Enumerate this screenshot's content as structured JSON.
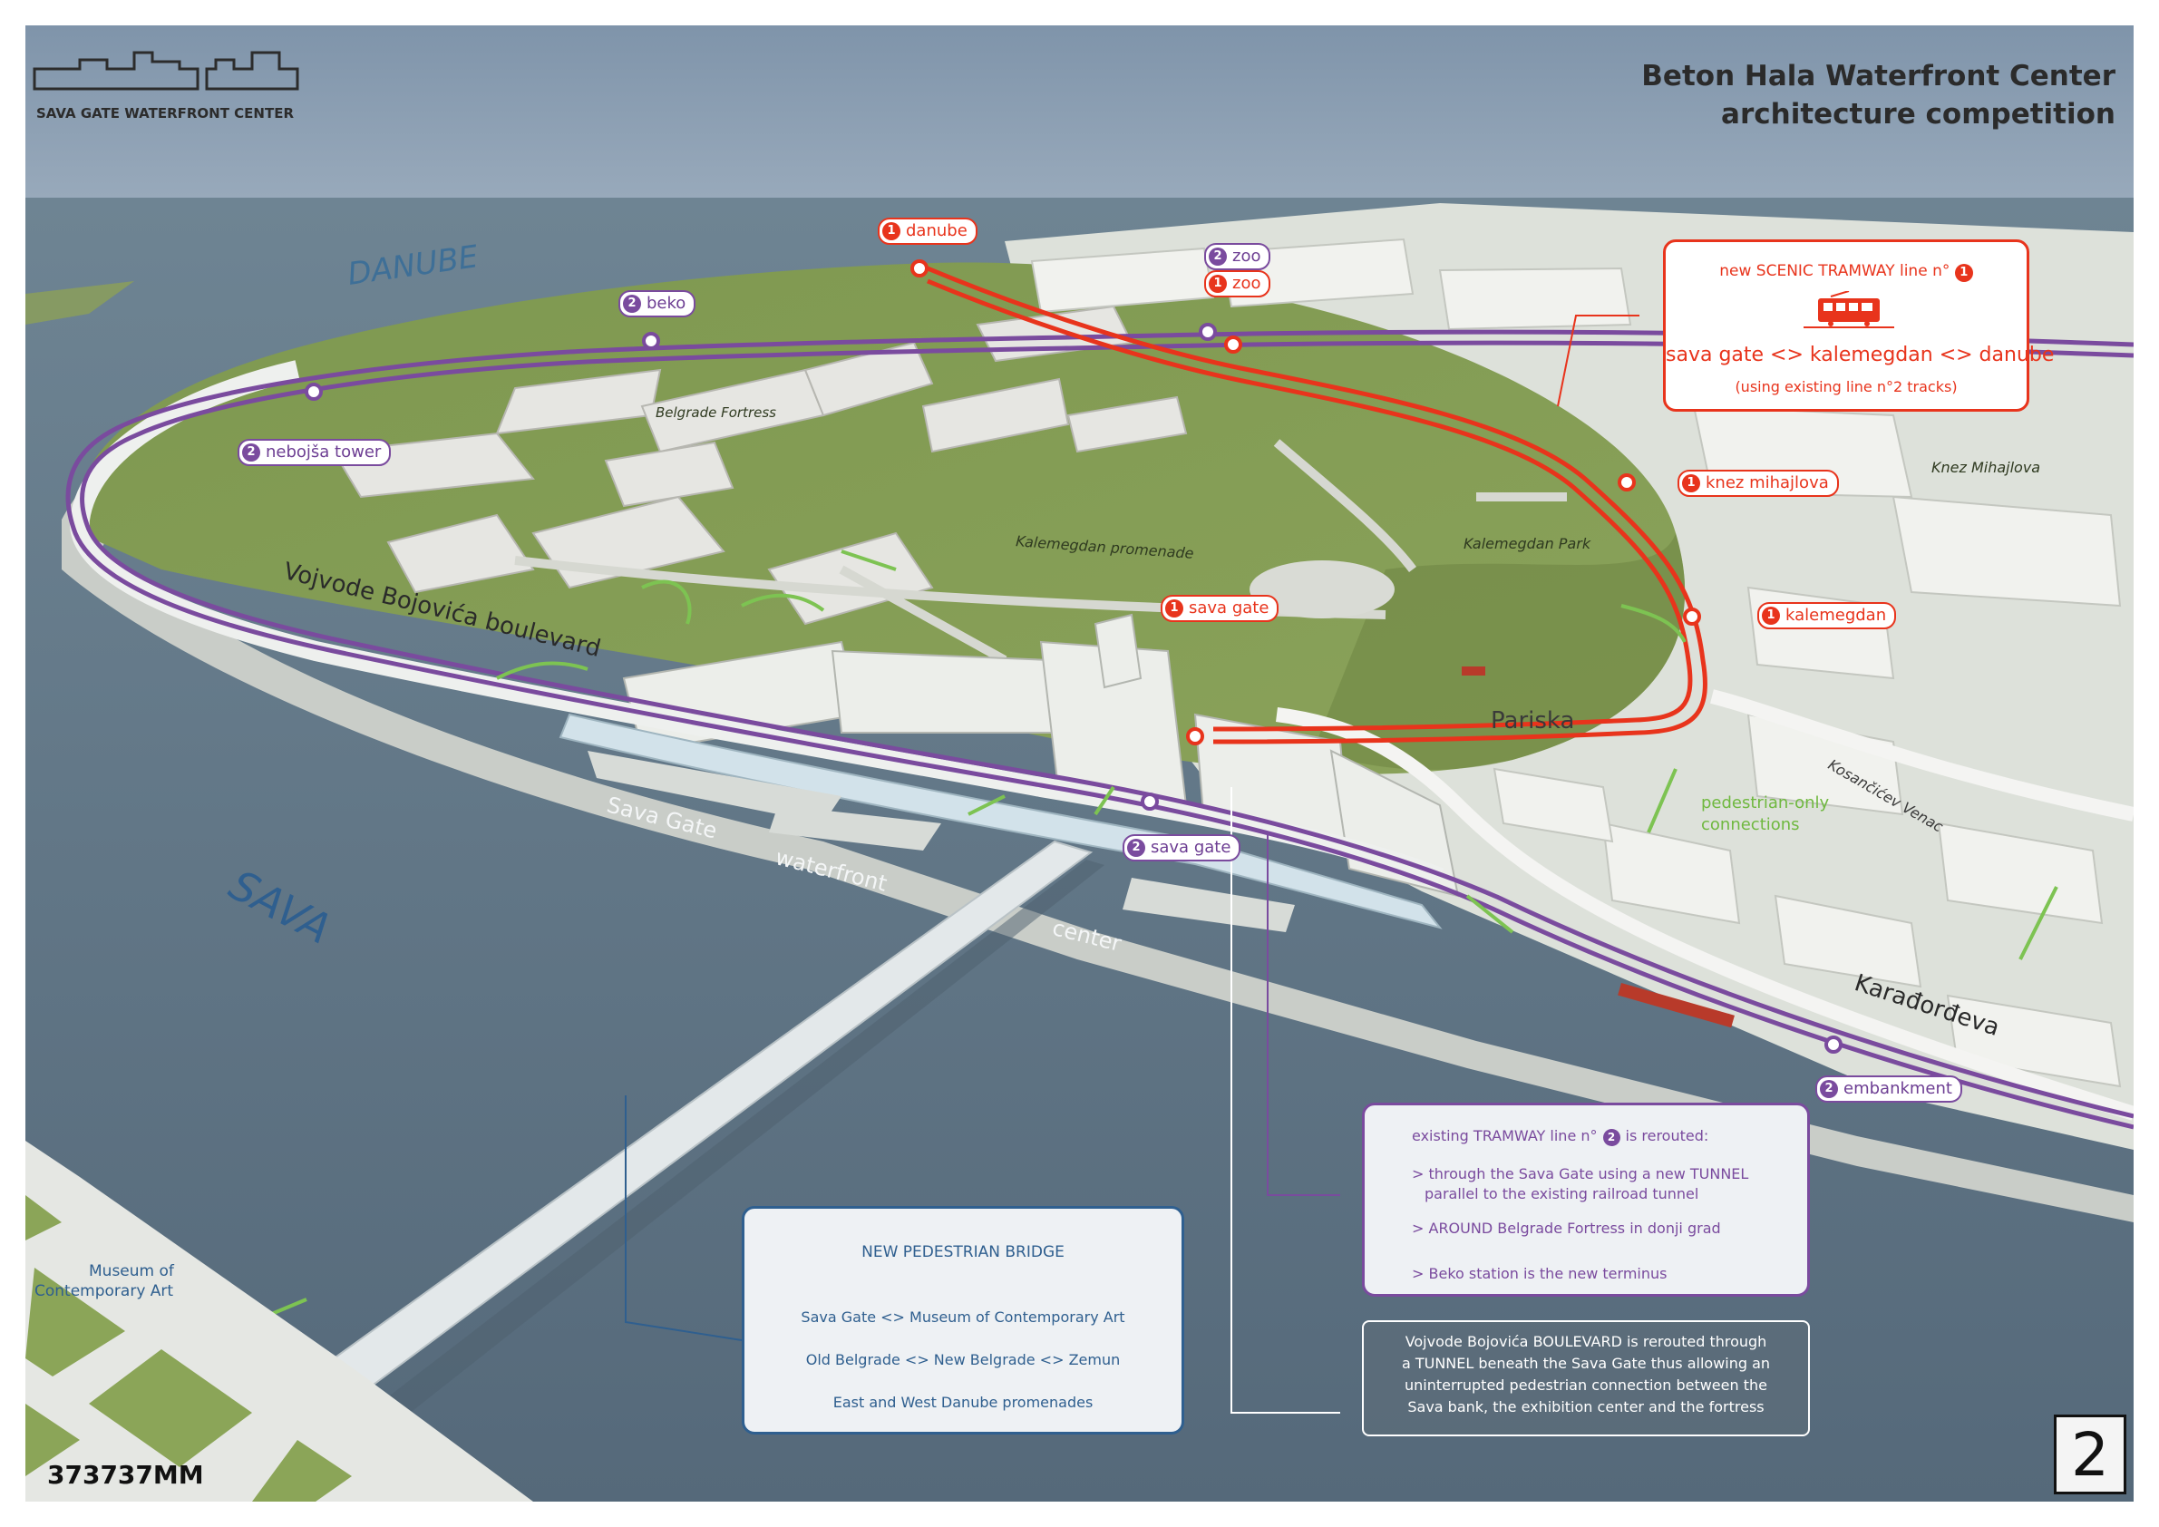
{
  "header": {
    "logo_caption": "SAVA GATE WATERFRONT CENTER",
    "title_line1": "Beton Hala Waterfront Center",
    "title_line2": "architecture competition",
    "entry_code": "373737MM",
    "sheet_number": "2"
  },
  "map_labels": {
    "danube": "DANUBE",
    "sava": "SAVA",
    "belgrade_fortress": "Belgrade Fortress",
    "kalemegdan_promenade": "Kalemegdan promenade",
    "kalemegdan_park": "Kalemegdan Park",
    "knez_mihajlova": "Knez Mihajlova",
    "boulevard": "Vojvode Bojovića boulevard",
    "pariska": "Pariska",
    "kosancicev_venac": "Kosančićev Venac",
    "karadjordjeva": "Karađorđeva",
    "sava_gate_word": "Sava Gate",
    "waterfront_word": "waterfront",
    "center_word": "center",
    "pedestrian_only_1": "pedestrian-only",
    "pedestrian_only_2": "connections",
    "museum_1": "Museum of",
    "museum_2": "Contemporary Art"
  },
  "stations": {
    "line1": {
      "number": "1",
      "danube": "danube",
      "zoo": "zoo",
      "knez_mihajlova": "knez mihajlova",
      "kalemegdan": "kalemegdan",
      "sava_gate": "sava gate"
    },
    "line2": {
      "number": "2",
      "zoo": "zoo",
      "beko": "beko",
      "nebojsa_tower": "nebojša tower",
      "sava_gate": "sava gate",
      "embankment": "embankment"
    }
  },
  "scenic_box": {
    "title_prefix": "new SCENIC TRAMWAY line n°",
    "line_number": "1",
    "route": "sava gate <> kalemegdan <> danube",
    "note": "(using existing line n°2 tracks)"
  },
  "bridge_box": {
    "title": "NEW PEDESTRIAN BRIDGE",
    "line1": "Sava Gate <> Museum of Contemporary Art",
    "line2": "Old Belgrade <> New Belgrade <> Zemun",
    "line3": "East and West Danube promenades"
  },
  "tram2_box": {
    "title_prefix": "existing TRAMWAY line n°",
    "line_number": "2",
    "title_suffix": "is rerouted:",
    "item1_a": "> through the Sava Gate using a new TUNNEL",
    "item1_b": "parallel to the existing railroad tunnel",
    "item2": "> AROUND Belgrade Fortress in donji grad",
    "item3": "> Beko station is the new terminus"
  },
  "boulevard_box": {
    "line1": "Vojvode Bojovića BOULEVARD is rerouted through",
    "line2": "a TUNNEL beneath the Sava Gate thus allowing an",
    "line3": "uninterrupted pedestrian connection between the",
    "line4": "Sava bank, the exhibition center and the fortress"
  },
  "colors": {
    "line1_red": "#e8341c",
    "line2_purple": "#7a4b9e",
    "pedestrian_green": "#7dc352",
    "bridge_box_blue": "#2f5f8f",
    "water": "#5e7584",
    "sky": "#8a9fb4",
    "lawn": "#819a4d"
  },
  "icons": [
    "sava-gate-logo-icon",
    "tram-icon",
    "arrow-icon"
  ]
}
